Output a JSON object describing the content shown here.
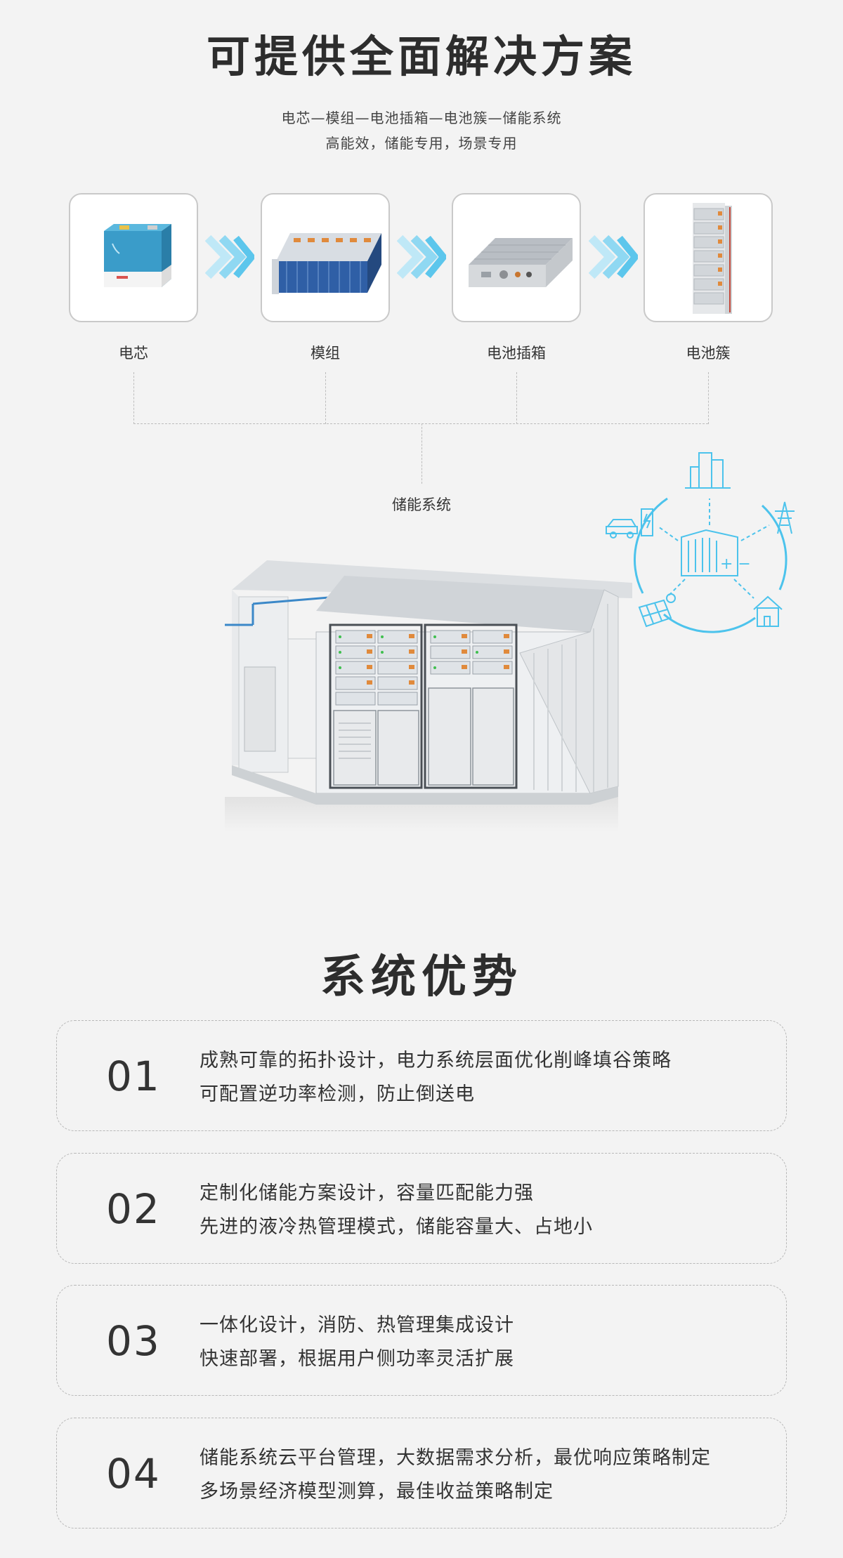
{
  "header": {
    "title": "可提供全面解决方案",
    "subtitle_line1": "电芯—模组—电池插箱—电池簇—储能系统",
    "subtitle_line2": "高能效，储能专用，场景专用"
  },
  "components": [
    {
      "label": "电芯",
      "image": "battery-cell"
    },
    {
      "label": "模组",
      "image": "battery-module"
    },
    {
      "label": "电池插箱",
      "image": "battery-pack"
    },
    {
      "label": "电池簇",
      "image": "battery-cluster"
    }
  ],
  "system": {
    "label": "储能系统",
    "image": "energy-storage-container",
    "diagram_icons": [
      "city-buildings-icon",
      "ev-charging-icon",
      "power-tower-icon",
      "solar-panel-icon",
      "house-icon",
      "storage-unit-icon"
    ]
  },
  "advantages": {
    "title": "系统优势",
    "items": [
      {
        "num": "01",
        "line1": "成熟可靠的拓扑设计，电力系统层面优化削峰填谷策略",
        "line2": "可配置逆功率检测，防止倒送电"
      },
      {
        "num": "02",
        "line1": "定制化储能方案设计，容量匹配能力强",
        "line2": "先进的液冷热管理模式，储能容量大、占地小"
      },
      {
        "num": "03",
        "line1": "一体化设计，消防、热管理集成设计",
        "line2": "快速部署，根据用户侧功率灵活扩展"
      },
      {
        "num": "04",
        "line1": "储能系统云平台管理，大数据需求分析，最优响应策略制定",
        "line2": "多场景经济模型测算，最佳收益策略制定"
      }
    ]
  },
  "colors": {
    "background": "#f3f3f3",
    "accent_blue": "#4cc3ec",
    "text": "#333333"
  }
}
